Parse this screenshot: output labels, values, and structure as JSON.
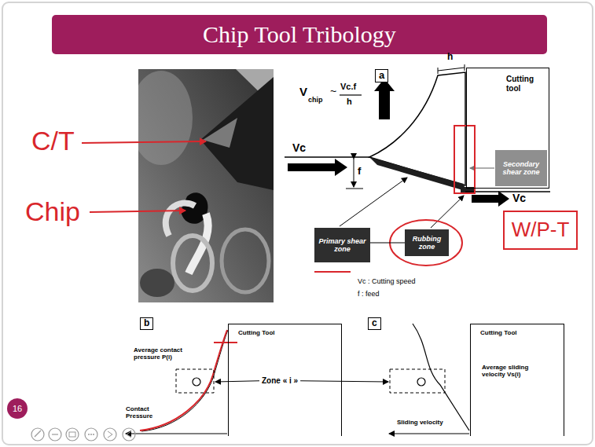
{
  "diagram": {
    "title": "Chip Tool Tribology",
    "nodes": [
      {
        "text": [
          "Cutting tool"
        ]
      },
      {
        "text": [
          "Secondary shear zone"
        ],
        "in": 0
      },
      {
        "text": [
          "Primary shear zone"
        ]
      },
      {
        "text": [
          "Rubbing zone"
        ]
      },
      {
        "text": [
          "W/P-T"
        ]
      },
      {
        "text": [
          "Cutting Tool"
        ]
      },
      {
        "text": [
          "Cutting Tool",
          "Average sliding velocity Vs(i)"
        ]
      },
      {
        "text": [
          "16"
        ]
      }
    ],
    "edges": [
      {
        "from": 2,
        "to": 3,
        "arrow": "none"
      }
    ],
    "labels": [
      "C/T",
      "Chip",
      "a",
      "V",
      "chip",
      "~",
      "Vc.f",
      "h",
      "h",
      "Vc",
      "f",
      "Vc",
      "Vc : Cutting speed",
      "f : feed",
      "b",
      "Average contact pressure P(i)",
      "Contact Pressure",
      "Zone « i »",
      "c",
      "Sliding velocity"
    ]
  }
}
